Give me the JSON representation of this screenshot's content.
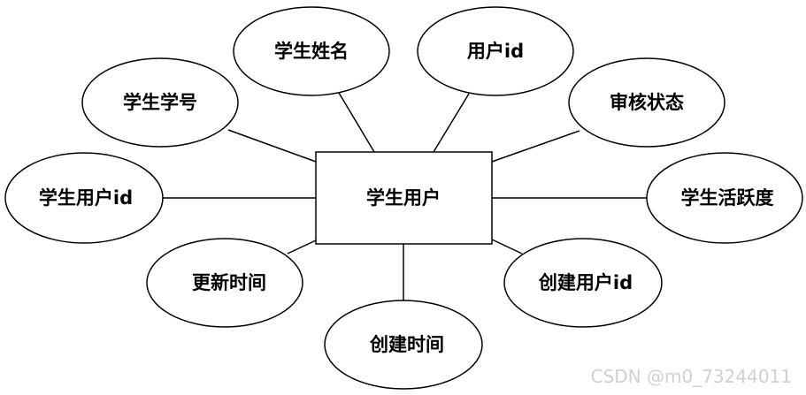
{
  "entity": {
    "name": "学生用户"
  },
  "attributes": [
    "学生姓名",
    "用户id",
    "学生学号",
    "审核状态",
    "学生用户id",
    "学生活跃度",
    "更新时间",
    "创建用户id",
    "创建时间"
  ],
  "watermark": "CSDN @m0_73244011",
  "colors": {
    "line": "#000000",
    "fill": "#ffffff",
    "watermark": "#d0d0d0"
  }
}
